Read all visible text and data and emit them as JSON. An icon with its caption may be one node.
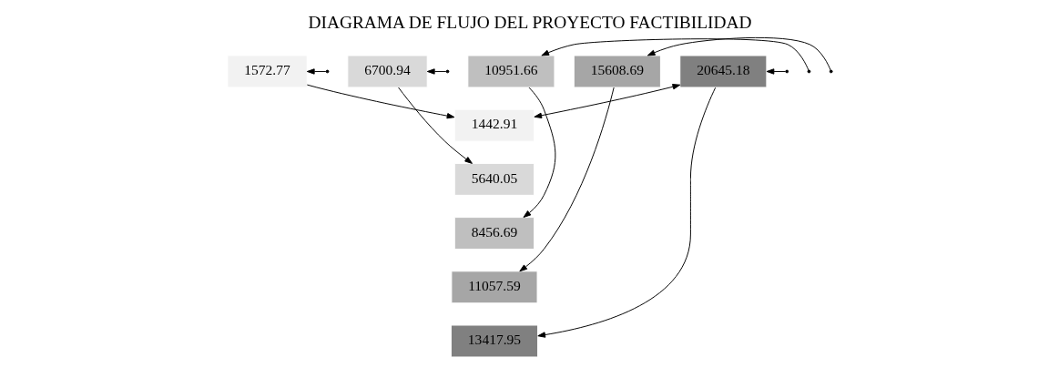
{
  "diagram": {
    "title": "DIAGRAMA DE FLUJO DEL PROYECTO FACTIBILIDAD",
    "nodes": [
      {
        "text": [
          "1572.77"
        ]
      },
      {
        "text": [
          "6700.94"
        ]
      },
      {
        "text": [
          "10951.66"
        ]
      },
      {
        "text": [
          "15608.69"
        ]
      },
      {
        "text": [
          "20645.18"
        ]
      },
      {
        "text": [
          "1442.91"
        ]
      },
      {
        "text": [
          "5640.05"
        ]
      },
      {
        "text": [
          "8456.69"
        ]
      },
      {
        "text": [
          "11057.59"
        ]
      },
      {
        "text": [
          "13417.95"
        ]
      }
    ],
    "edges": [
      {
        "from": 0,
        "to": 5,
        "arrow": "to"
      },
      {
        "from": 1,
        "to": 6,
        "arrow": "to"
      },
      {
        "from": 2,
        "to": 7,
        "arrow": "to"
      },
      {
        "from": 3,
        "to": 8,
        "arrow": "to"
      },
      {
        "from": 4,
        "to": 9,
        "arrow": "to"
      },
      {
        "from": 4,
        "to": 5,
        "arrow": "both"
      },
      {
        "from": null,
        "to": 0,
        "arrow": "to"
      },
      {
        "from": null,
        "to": 1,
        "arrow": "to"
      },
      {
        "from": null,
        "to": 2,
        "arrow": "to"
      },
      {
        "from": null,
        "to": 3,
        "arrow": "to"
      },
      {
        "from": null,
        "to": 4,
        "arrow": "to"
      }
    ]
  }
}
